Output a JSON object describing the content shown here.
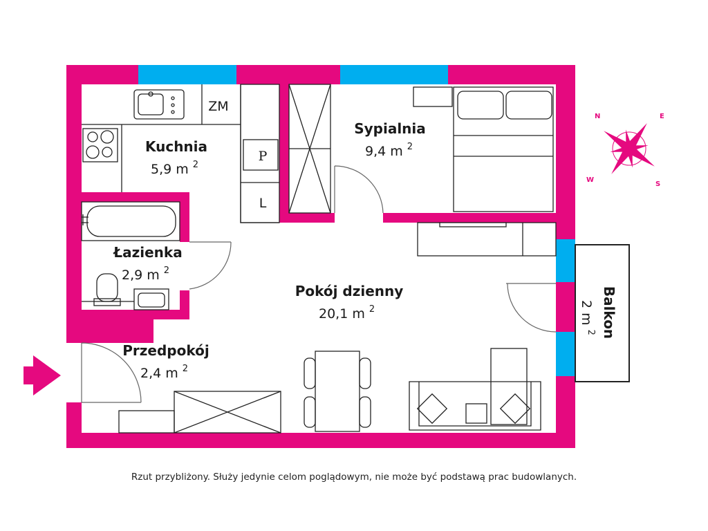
{
  "colors": {
    "wall": "#e5097f",
    "window": "#00aeef",
    "line": "#222222"
  },
  "rooms": {
    "kitchen": {
      "name": "Kuchnia",
      "area": "5,9 m",
      "sup": "2"
    },
    "bedroom": {
      "name": "Sypialnia",
      "area": "9,4 m",
      "sup": "2"
    },
    "bathroom": {
      "name": "Łazienka",
      "area": "2,9 m",
      "sup": "2"
    },
    "living": {
      "name": "Pokój dzienny",
      "area": "20,1 m",
      "sup": "2"
    },
    "hall": {
      "name": "Przedpokój",
      "area": "2,4 m",
      "sup": "2"
    },
    "balcony": {
      "name": "Balkon",
      "area": "2 m",
      "sup": "2"
    }
  },
  "fixtures": {
    "zm": "ZM",
    "p": "P",
    "l": "L"
  },
  "compass": {
    "n": "N",
    "e": "E",
    "s": "S",
    "w": "W"
  },
  "disclaimer": "Rzut przybliżony. Służy jedynie celom poglądowym, nie może być podstawą prac budowlanych."
}
